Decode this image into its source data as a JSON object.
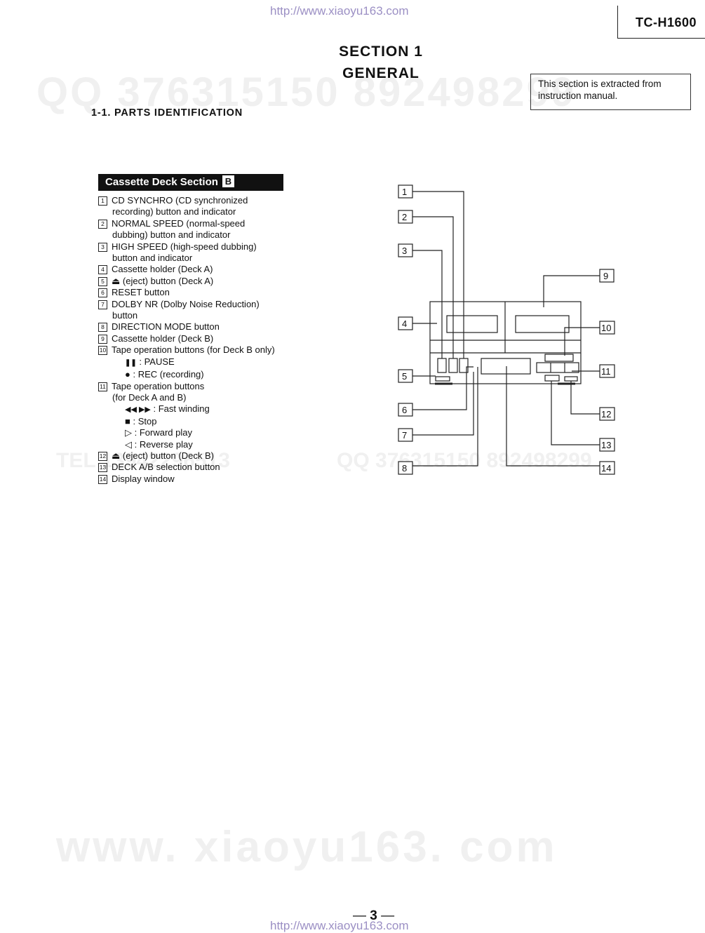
{
  "header": {
    "url_top": "http://www.xiaoyu163.com",
    "model": "TC-H1600",
    "section_title": "SECTION 1",
    "section_subtitle": "GENERAL",
    "note": "This section is extracted from instruction manual."
  },
  "watermarks": {
    "wm1": "QQ 376315150   892498299",
    "wm2": "www. xiaoyu163. com",
    "wm3": "TEL 13942296513",
    "wm4": "QQ 376315150  892498299"
  },
  "heading": "1-1. PARTS IDENTIFICATION",
  "panel": {
    "title": "Cassette Deck Section",
    "badge": "B"
  },
  "items": [
    {
      "num": "1",
      "text": "CD SYNCHRO (CD synchronized",
      "cont": "recording) button and indicator"
    },
    {
      "num": "2",
      "text": "NORMAL SPEED (normal-speed",
      "cont": "dubbing) button and indicator"
    },
    {
      "num": "3",
      "text": "HIGH SPEED (high-speed dubbing)",
      "cont": "button and indicator"
    },
    {
      "num": "4",
      "text": "Cassette holder (Deck A)"
    },
    {
      "num": "5",
      "text": "⏏ (eject) button (Deck A)"
    },
    {
      "num": "6",
      "text": "RESET button"
    },
    {
      "num": "7",
      "text": "DOLBY NR (Dolby Noise Reduction)",
      "cont": "button"
    },
    {
      "num": "8",
      "text": "DIRECTION MODE button"
    },
    {
      "num": "9",
      "text": "Cassette holder (Deck B)"
    },
    {
      "num": "10",
      "text": "Tape operation buttons (for Deck B only)"
    },
    {
      "num": "11",
      "text": "Tape operation buttons",
      "cont": "(for Deck A and B)"
    },
    {
      "num": "12",
      "text": "⏏ (eject) button (Deck B)"
    },
    {
      "num": "13",
      "text": "DECK A/B selection button"
    },
    {
      "num": "14",
      "text": "Display window"
    }
  ],
  "sub10": [
    {
      "sym": "❚❚",
      "label": " : PAUSE"
    },
    {
      "sym": "●",
      "label": " : REC (recording)"
    }
  ],
  "sub11": [
    {
      "sym": "◀◀ ▶▶",
      "label": " : Fast winding"
    },
    {
      "sym": "■",
      "label": " : Stop"
    },
    {
      "sym": "▷",
      "label": " : Forward play"
    },
    {
      "sym": "◁",
      "label": " : Reverse play"
    }
  ],
  "callouts": [
    "1",
    "2",
    "3",
    "4",
    "5",
    "6",
    "7",
    "8",
    "9",
    "10",
    "11",
    "12",
    "13",
    "14"
  ],
  "footer": {
    "page_number": "3",
    "url_bottom": "http://www.xiaoyu163.com"
  }
}
